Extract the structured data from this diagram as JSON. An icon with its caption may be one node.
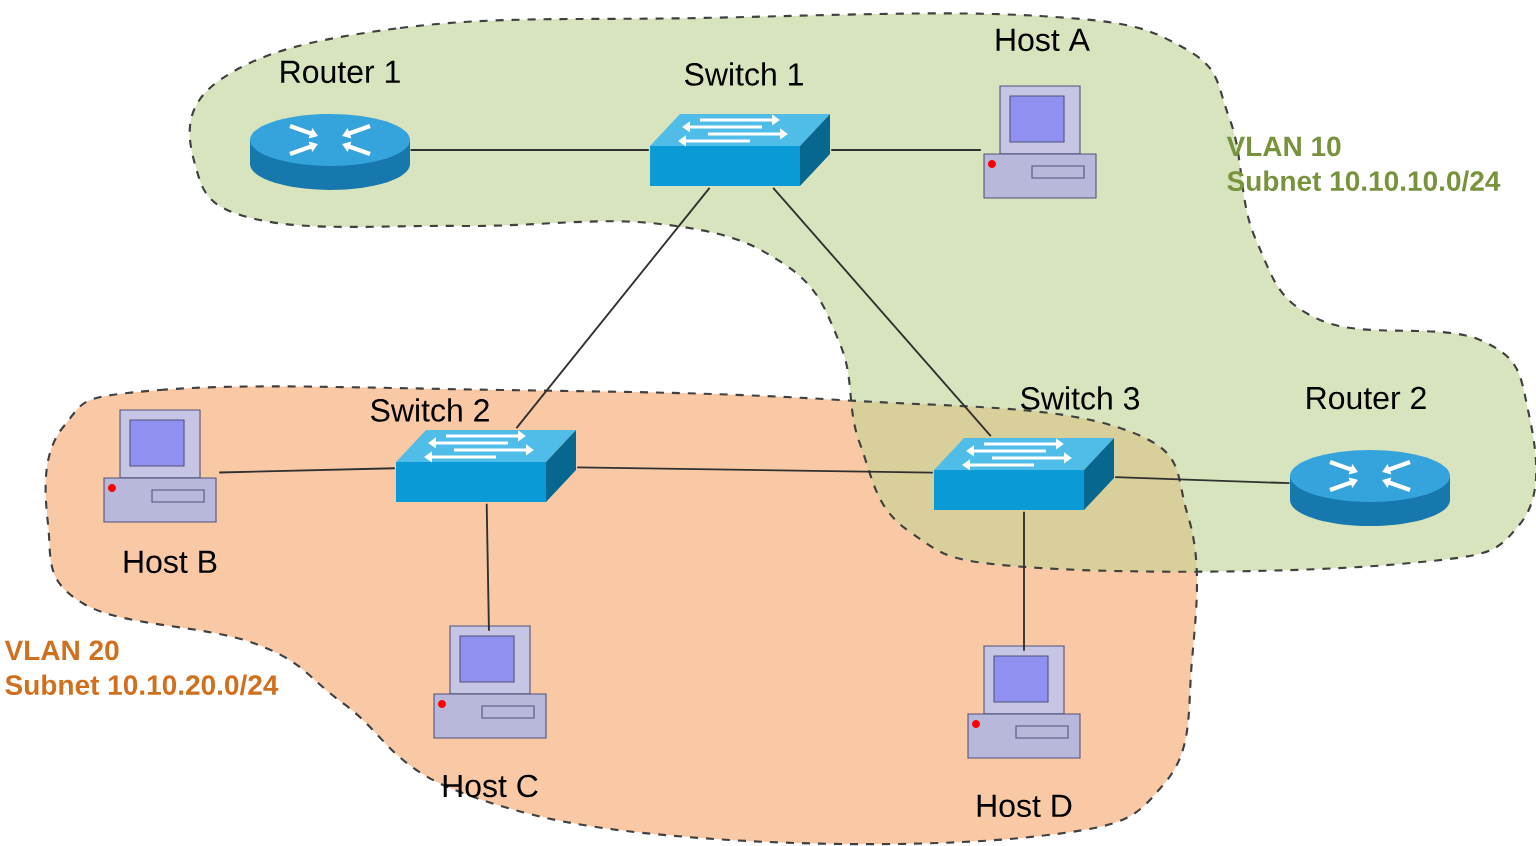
{
  "diagram": {
    "nodes": [
      {
        "text": [
          "VLAN 10",
          "Subnet 10.10.10.0/24"
        ]
      },
      {
        "text": [
          "Router 1"
        ],
        "in": 0
      },
      {
        "text": [
          "Switch 1"
        ],
        "in": 0
      },
      {
        "text": [
          "Host A"
        ],
        "in": 0
      },
      {
        "text": [
          "Router 2"
        ],
        "in": 0
      },
      {
        "text": [
          "VLAN 20",
          "Subnet 10.10.20.0/24"
        ]
      },
      {
        "text": [
          "Host B"
        ],
        "in": 5
      },
      {
        "text": [
          "Switch 2"
        ],
        "in": 5
      },
      {
        "text": [
          "Host C"
        ],
        "in": 5
      },
      {
        "text": [
          "Host D"
        ],
        "in": 5
      },
      {
        "text": [
          "Switch 3"
        ]
      }
    ],
    "edges": [
      {
        "from": 1,
        "to": 2,
        "arrow": "none"
      },
      {
        "from": 2,
        "to": 3,
        "arrow": "none"
      },
      {
        "from": 2,
        "to": 7,
        "arrow": "none"
      },
      {
        "from": 2,
        "to": 10,
        "arrow": "none"
      },
      {
        "from": 6,
        "to": 7,
        "arrow": "none"
      },
      {
        "from": 7,
        "to": 10,
        "arrow": "none"
      },
      {
        "from": 10,
        "to": 4,
        "arrow": "none"
      },
      {
        "from": 7,
        "to": 8,
        "arrow": "none"
      },
      {
        "from": 10,
        "to": 9,
        "arrow": "none"
      }
    ]
  }
}
